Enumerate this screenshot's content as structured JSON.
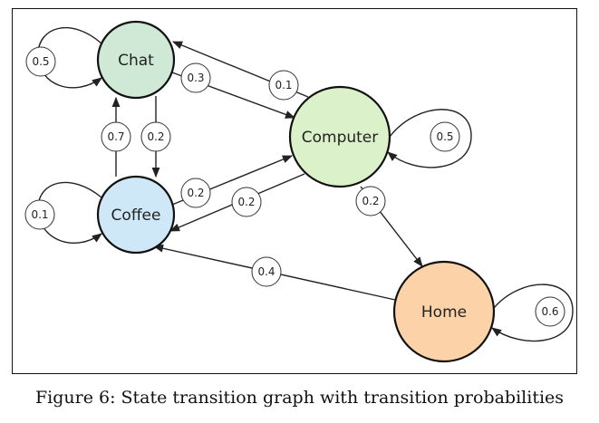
{
  "caption": "Figure 6: State transition graph with transition probabilities",
  "colors": {
    "chat": "#cfe9d6",
    "coffee": "#cfe8f7",
    "computer": "#daf1c9",
    "home": "#fcd2a8",
    "edge": "#222222"
  },
  "states": [
    {
      "id": "chat",
      "label": "Chat"
    },
    {
      "id": "coffee",
      "label": "Coffee"
    },
    {
      "id": "computer",
      "label": "Computer"
    },
    {
      "id": "home",
      "label": "Home"
    }
  ],
  "transitions": [
    {
      "from": "chat",
      "to": "chat",
      "p": "0.5"
    },
    {
      "from": "chat",
      "to": "coffee",
      "p": "0.2"
    },
    {
      "from": "chat",
      "to": "computer",
      "p": "0.3"
    },
    {
      "from": "coffee",
      "to": "chat",
      "p": "0.7"
    },
    {
      "from": "coffee",
      "to": "coffee",
      "p": "0.1"
    },
    {
      "from": "coffee",
      "to": "computer",
      "p": "0.2"
    },
    {
      "from": "computer",
      "to": "chat",
      "p": "0.1"
    },
    {
      "from": "computer",
      "to": "coffee",
      "p": "0.2"
    },
    {
      "from": "computer",
      "to": "computer",
      "p": "0.5"
    },
    {
      "from": "computer",
      "to": "home",
      "p": "0.2"
    },
    {
      "from": "home",
      "to": "coffee",
      "p": "0.4"
    },
    {
      "from": "home",
      "to": "home",
      "p": "0.6"
    }
  ]
}
